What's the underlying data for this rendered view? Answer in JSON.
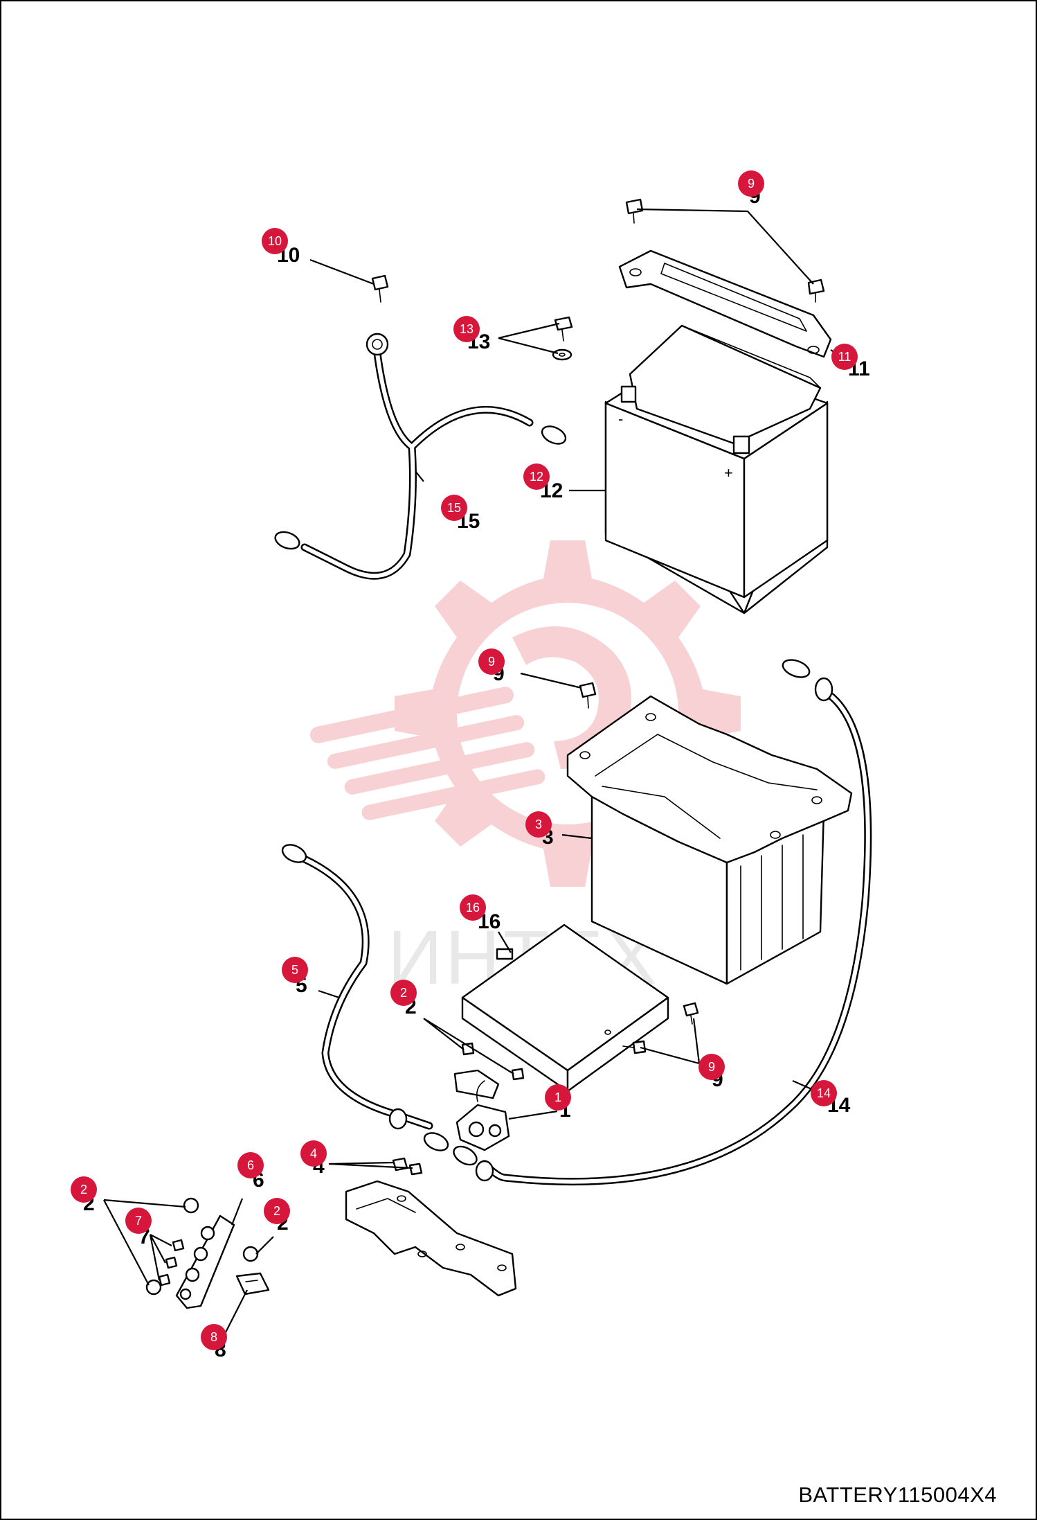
{
  "diagram": {
    "reference_code": "BATTERY115004X4",
    "watermark_text": "ИНТЕХ",
    "accent_color": "#d6163b",
    "callouts": [
      {
        "id": "c9-top",
        "number": "9"
      },
      {
        "id": "c10",
        "number": "10"
      },
      {
        "id": "c13",
        "number": "13"
      },
      {
        "id": "c11",
        "number": "11"
      },
      {
        "id": "c12",
        "number": "12"
      },
      {
        "id": "c15",
        "number": "15"
      },
      {
        "id": "c9-mid",
        "number": "9"
      },
      {
        "id": "c3",
        "number": "3"
      },
      {
        "id": "c16",
        "number": "16"
      },
      {
        "id": "c5",
        "number": "5"
      },
      {
        "id": "c2-mid",
        "number": "2"
      },
      {
        "id": "c9-low",
        "number": "9"
      },
      {
        "id": "c1",
        "number": "1"
      },
      {
        "id": "c14",
        "number": "14"
      },
      {
        "id": "c4",
        "number": "4"
      },
      {
        "id": "c6",
        "number": "6"
      },
      {
        "id": "c2-left",
        "number": "2"
      },
      {
        "id": "c7",
        "number": "7"
      },
      {
        "id": "c2-right",
        "number": "2"
      },
      {
        "id": "c8",
        "number": "8"
      }
    ],
    "part_labels": [
      {
        "id": "p9-top",
        "text": "9"
      },
      {
        "id": "p10",
        "text": "10"
      },
      {
        "id": "p13",
        "text": "13"
      },
      {
        "id": "p11",
        "text": "11"
      },
      {
        "id": "p12",
        "text": "12"
      },
      {
        "id": "p15",
        "text": "15"
      },
      {
        "id": "p9-mid",
        "text": "9"
      },
      {
        "id": "p3",
        "text": "3"
      },
      {
        "id": "p16",
        "text": "16"
      },
      {
        "id": "p5",
        "text": "5"
      },
      {
        "id": "p2-mid",
        "text": "2"
      },
      {
        "id": "p9-low",
        "text": "9"
      },
      {
        "id": "p1",
        "text": "1"
      },
      {
        "id": "p14",
        "text": "14"
      },
      {
        "id": "p4",
        "text": "4"
      },
      {
        "id": "p6",
        "text": "6"
      },
      {
        "id": "p2-left",
        "text": "2"
      },
      {
        "id": "p7",
        "text": "7"
      },
      {
        "id": "p2-right",
        "text": "2"
      },
      {
        "id": "p8",
        "text": "8"
      }
    ],
    "battery_terminals": {
      "negative": "-",
      "positive": "+"
    }
  }
}
